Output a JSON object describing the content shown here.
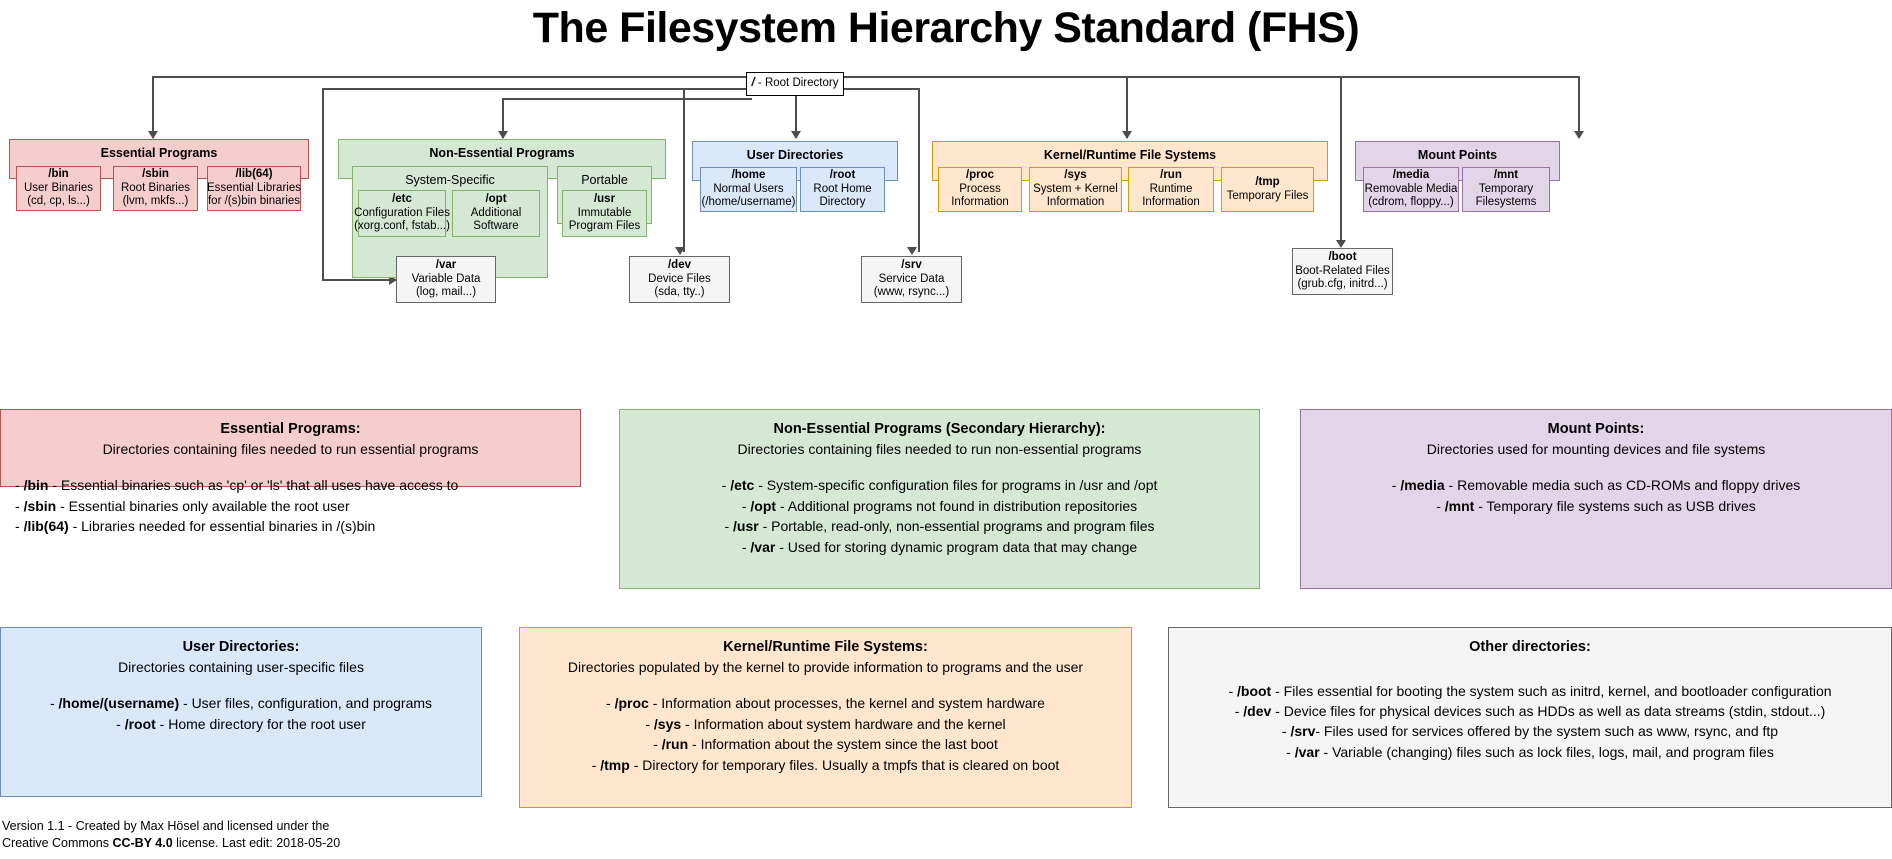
{
  "title": "The Filesystem Hierarchy Standard (FHS)",
  "root": {
    "label_bold": "/",
    "label_rest": " - Root Directory"
  },
  "groups": {
    "essential": {
      "header": "Essential Programs",
      "nodes": [
        {
          "name": "/bin",
          "lines": [
            "User Binaries",
            "(cd, cp, ls...)"
          ]
        },
        {
          "name": "/sbin",
          "lines": [
            "Root Binaries",
            "(lvm, mkfs...)"
          ]
        },
        {
          "name": "/lib(64)",
          "lines": [
            "Essential Libraries",
            "for /(s)bin binaries"
          ]
        }
      ]
    },
    "nonessential": {
      "header": "Non-Essential Programs",
      "sub_system_specific": "System-Specific",
      "sub_portable": "Portable",
      "nodes_system": [
        {
          "name": "/etc",
          "lines": [
            "Configuration Files",
            "(xorg.conf, fstab...)"
          ]
        },
        {
          "name": "/opt",
          "lines": [
            "Additional",
            "Software"
          ]
        }
      ],
      "nodes_portable": [
        {
          "name": "/usr",
          "lines": [
            "Immutable",
            "Program Files"
          ]
        }
      ],
      "node_var": {
        "name": "/var",
        "lines": [
          "Variable Data",
          "(log, mail...)"
        ]
      }
    },
    "user": {
      "header": "User Directories",
      "nodes": [
        {
          "name": "/home",
          "lines": [
            "Normal Users",
            "(/home/username)"
          ]
        },
        {
          "name": "/root",
          "lines": [
            "Root Home",
            "Directory"
          ]
        }
      ]
    },
    "kernel": {
      "header": "Kernel/Runtime File Systems",
      "nodes": [
        {
          "name": "/proc",
          "lines": [
            "Process",
            "Information"
          ]
        },
        {
          "name": "/sys",
          "lines": [
            "System + Kernel",
            "Information"
          ]
        },
        {
          "name": "/run",
          "lines": [
            "Runtime",
            "Information"
          ]
        },
        {
          "name": "/tmp",
          "lines": [
            "Temporary Files"
          ]
        }
      ]
    },
    "mount": {
      "header": "Mount Points",
      "nodes": [
        {
          "name": "/media",
          "lines": [
            "Removable Media",
            "(cdrom, floppy...)"
          ]
        },
        {
          "name": "/mnt",
          "lines": [
            "Temporary",
            "Filesystems"
          ]
        }
      ]
    },
    "other_nodes": [
      {
        "name": "/dev",
        "lines": [
          "Device Files",
          "(sda, tty..)"
        ]
      },
      {
        "name": "/srv",
        "lines": [
          "Service Data",
          "(www, rsync...)"
        ]
      },
      {
        "name": "/boot",
        "lines": [
          "Boot-Related Files",
          "(grub.cfg, initrd...)"
        ]
      }
    ]
  },
  "legend": {
    "essential": {
      "title": "Essential Programs:",
      "subtitle": "Directories containing files needed to run essential programs",
      "items": [
        {
          "dir": "/bin",
          "desc": " - Essential binaries such as 'cp' or 'ls' that all uses have access to"
        },
        {
          "dir": "/sbin",
          "desc": " - Essential binaries only available the root user"
        },
        {
          "dir": "/lib(64)",
          "desc": " - Libraries needed for essential binaries in /(s)bin"
        }
      ]
    },
    "nonessential": {
      "title": "Non-Essential Programs (Secondary Hierarchy):",
      "subtitle": "Directories containing files needed to run non-essential programs",
      "items": [
        {
          "dir": "/etc",
          "desc": " - System-specific configuration files for programs in /usr and /opt"
        },
        {
          "dir": "/opt",
          "desc": " - Additional programs not found in distribution repositories"
        },
        {
          "dir": "/usr",
          "desc": " - Portable, read-only, non-essential programs and program files"
        },
        {
          "dir": "/var",
          "desc": " - Used for storing dynamic program data that may change"
        }
      ]
    },
    "mount": {
      "title": "Mount Points:",
      "subtitle": "Directories used for mounting devices and file systems",
      "items": [
        {
          "dir": "/media",
          "desc": " - Removable media such as CD-ROMs and floppy drives"
        },
        {
          "dir": "/mnt",
          "desc": " - Temporary file systems such as USB drives"
        }
      ]
    },
    "user": {
      "title": "User Directories:",
      "subtitle": "Directories containing user-specific files",
      "items": [
        {
          "dir": "/home/(username)",
          "desc": " - User files, configuration, and programs"
        },
        {
          "dir": "/root",
          "desc": " - Home directory for the root user"
        }
      ]
    },
    "kernel": {
      "title": "Kernel/Runtime File Systems:",
      "subtitle": "Directories populated by the kernel to provide information to programs and the user",
      "items": [
        {
          "dir": "/proc",
          "desc": " - Information about processes, the kernel and system hardware"
        },
        {
          "dir": "/sys",
          "desc": " - Information about system hardware and the kernel"
        },
        {
          "dir": "/run",
          "desc": " - Information about the system since the last boot"
        },
        {
          "dir": "/tmp",
          "desc": " - Directory for temporary files. Usually a tmpfs that is cleared on boot"
        }
      ]
    },
    "other": {
      "title": "Other directories:",
      "subtitle": "",
      "items": [
        {
          "dir": "/boot",
          "desc": " - Files essential for booting the system such as initrd, kernel, and bootloader configuration"
        },
        {
          "dir": "/dev",
          "desc": " - Device files for physical devices such as HDDs as well as data streams (stdin, stdout...)"
        },
        {
          "dir": "/srv",
          "desc": "- Files used for services offered by the system such as www, rsync, and ftp"
        },
        {
          "dir": "/var",
          "desc": " - Variable (changing) files such as lock files, logs, mail, and program files"
        }
      ]
    }
  },
  "footer": {
    "line1": "Version 1.1 - Created by Max Hösel and licensed under the",
    "line2_a": "Creative Commons ",
    "line2_b": "CC-BY 4.0",
    "line2_c": " license. Last edit: 2018-05-20"
  },
  "colors": {
    "red": "#f6cdcd",
    "green": "#d5e8d4",
    "blue": "#dae8fc",
    "orange": "#ffe6cc",
    "purple": "#e1d5e7",
    "grey": "#f5f5f5"
  }
}
